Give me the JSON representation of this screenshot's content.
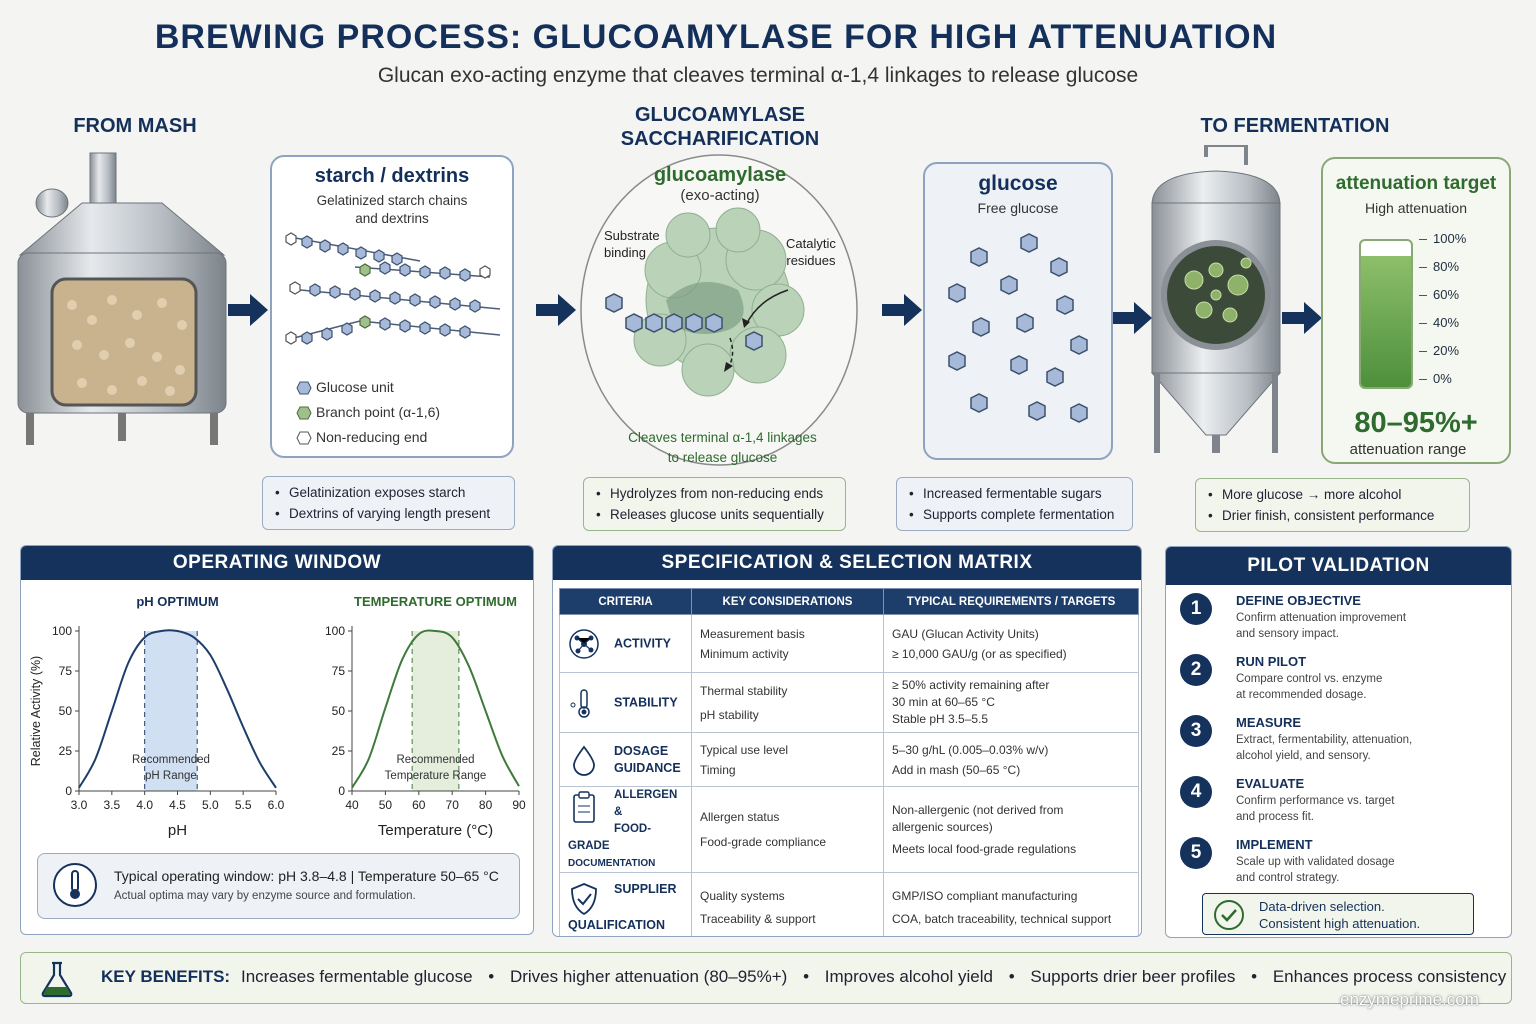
{
  "title": "BREWING PROCESS: GLUCOAMYLASE FOR HIGH ATTENUATION",
  "subtitle": "Glucan exo-acting enzyme that cleaves terminal α-1,4 linkages to release glucose",
  "stages": {
    "mash_label": "FROM MASH",
    "sacch_label_1": "GLUCOAMYLASE",
    "sacch_label_2": "SACCHARIFICATION",
    "ferment_label": "TO FERMENTATION"
  },
  "starch": {
    "title": "starch / dextrins",
    "desc_1": "Gelatinized starch chains",
    "desc_2": "and dextrins",
    "legend": [
      "Glucose unit",
      "Branch point (α-1,6)",
      "Non-reducing end"
    ],
    "notes": [
      "Gelatinization exposes starch",
      "Dextrins of varying length present"
    ]
  },
  "enzyme": {
    "title": "glucoamylase",
    "subtitle": "(exo-acting)",
    "substrate_1": "Substrate",
    "substrate_2": "binding",
    "catalytic_1": "Catalytic",
    "catalytic_2": "residues",
    "caption_1": "Cleaves terminal α-1,4 linkages",
    "caption_2": "to release glucose",
    "notes": [
      "Hydrolyzes from non-reducing ends",
      "Releases glucose units sequentially"
    ]
  },
  "glucose": {
    "title": "glucose",
    "desc": "Free glucose",
    "notes": [
      "Increased fermentable sugars",
      "Supports complete fermentation"
    ]
  },
  "attenuation": {
    "title": "attenuation target",
    "desc": "High attenuation",
    "scale": [
      "100%",
      "80%",
      "60%",
      "40%",
      "20%",
      "0%"
    ],
    "fill_fraction": 0.9,
    "value": "80–95%+",
    "value_label": "attenuation range",
    "notes": [
      "More glucose → more alcohol",
      "Drier finish, consistent performance"
    ]
  },
  "operating": {
    "header": "OPERATING WINDOW",
    "ylabel": "Relative Activity (%)",
    "note_main": "Typical operating window: pH 3.8–4.8   |   Temperature 50–65 °C",
    "note_sub": "Actual optima may vary by enzyme source and formulation."
  },
  "chart_data": [
    {
      "type": "line",
      "title": "pH OPTIMUM",
      "xlabel": "pH",
      "ylabel": "Relative Activity (%)",
      "xlim": [
        3.0,
        6.0
      ],
      "ylim": [
        0,
        100
      ],
      "xticks": [
        "3.0",
        "3.5",
        "4.0",
        "4.5",
        "5.0",
        "5.5",
        "6.0"
      ],
      "yticks": [
        "0",
        "25",
        "50",
        "75",
        "100"
      ],
      "x": [
        3.0,
        3.25,
        3.5,
        3.75,
        4.0,
        4.25,
        4.5,
        4.75,
        5.0,
        5.25,
        5.5,
        5.75,
        6.0
      ],
      "y": [
        2,
        20,
        50,
        80,
        96,
        100,
        100,
        96,
        85,
        64,
        40,
        18,
        2
      ],
      "band": [
        4.0,
        4.8
      ],
      "band_label_1": "Recommended",
      "band_label_2": "pH Range",
      "color": "#1d3d6a",
      "band_color": "#c8d9ee"
    },
    {
      "type": "line",
      "title": "TEMPERATURE OPTIMUM",
      "xlabel": "Temperature (°C)",
      "xlim": [
        40,
        90
      ],
      "ylim": [
        0,
        100
      ],
      "xticks": [
        "40",
        "50",
        "60",
        "70",
        "80",
        "90"
      ],
      "yticks": [
        "0",
        "25",
        "50",
        "75",
        "100"
      ],
      "x": [
        40,
        45,
        50,
        55,
        60,
        65,
        70,
        75,
        80,
        85,
        90
      ],
      "y": [
        2,
        20,
        52,
        82,
        98,
        100,
        96,
        78,
        50,
        22,
        3
      ],
      "band": [
        58,
        72
      ],
      "band_label_1": "Recommended",
      "band_label_2": "Temperature Range",
      "color": "#3f7a3a",
      "band_color": "#e0ebd7"
    }
  ],
  "matrix": {
    "header": "SPECIFICATION & SELECTION MATRIX",
    "columns": [
      "CRITERIA",
      "KEY CONSIDERATIONS",
      "TYPICAL REQUIREMENTS / TARGETS"
    ],
    "rows": [
      {
        "crit": "ACTIVITY",
        "icon": "molecule-icon",
        "k1": "Measurement basis",
        "k2": "Minimum activity",
        "t1": "GAU (Glucan Activity Units)",
        "t2": "≥ 10,000 GAU/g (or as specified)"
      },
      {
        "crit": "STABILITY",
        "icon": "thermometer-icon",
        "k1": "Thermal stability",
        "k2": "pH stability",
        "t1": "≥ 50% activity remaining after",
        "t2": "30 min at 60–65 °C",
        "t3": "Stable pH 3.5–5.5"
      },
      {
        "crit": "DOSAGE",
        "crit2": "GUIDANCE",
        "icon": "droplet-icon",
        "k1": "Typical use level",
        "k2": "Timing",
        "t1": "5–30 g/hL (0.005–0.03% w/v)",
        "t2": "Add in mash (50–65 °C)"
      },
      {
        "crit": "ALLERGEN &",
        "crit2": "FOOD-GRADE",
        "crit3": "DOCUMENTATION",
        "icon": "clipboard-icon",
        "k1": "Allergen status",
        "k2": "Food-grade compliance",
        "t1": "Non-allergenic (not derived from",
        "t2": "allergenic sources)",
        "t3": "Meets local food-grade regulations"
      },
      {
        "crit": "SUPPLIER",
        "crit2": "QUALIFICATION",
        "icon": "shield-check-icon",
        "k1": "Quality systems",
        "k2": "Traceability & support",
        "t1": "GMP/ISO compliant manufacturing",
        "t2": "COA, batch traceability, technical support"
      }
    ]
  },
  "pilot": {
    "header": "PILOT VALIDATION",
    "steps": [
      {
        "num": "1",
        "title": "DEFINE OBJECTIVE",
        "d1": "Confirm attenuation improvement",
        "d2": "and sensory impact."
      },
      {
        "num": "2",
        "title": "RUN PILOT",
        "d1": "Compare control vs. enzyme",
        "d2": "at recommended dosage."
      },
      {
        "num": "3",
        "title": "MEASURE",
        "d1": "Extract, fermentability, attenuation,",
        "d2": "alcohol yield, and sensory."
      },
      {
        "num": "4",
        "title": "EVALUATE",
        "d1": "Confirm performance vs. target",
        "d2": "and process fit."
      },
      {
        "num": "5",
        "title": "IMPLEMENT",
        "d1": "Scale up with validated dosage",
        "d2": "and control strategy."
      }
    ],
    "final_1": "Data-driven selection.",
    "final_2": "Consistent high attenuation."
  },
  "benefits": {
    "label": "KEY BENEFITS:",
    "items": [
      "Increases fermentable glucose",
      "Drives higher attenuation (80–95%+)",
      "Improves alcohol yield",
      "Supports drier beer profiles",
      "Enhances process consistency"
    ]
  },
  "watermark": "enzymeprime.com"
}
